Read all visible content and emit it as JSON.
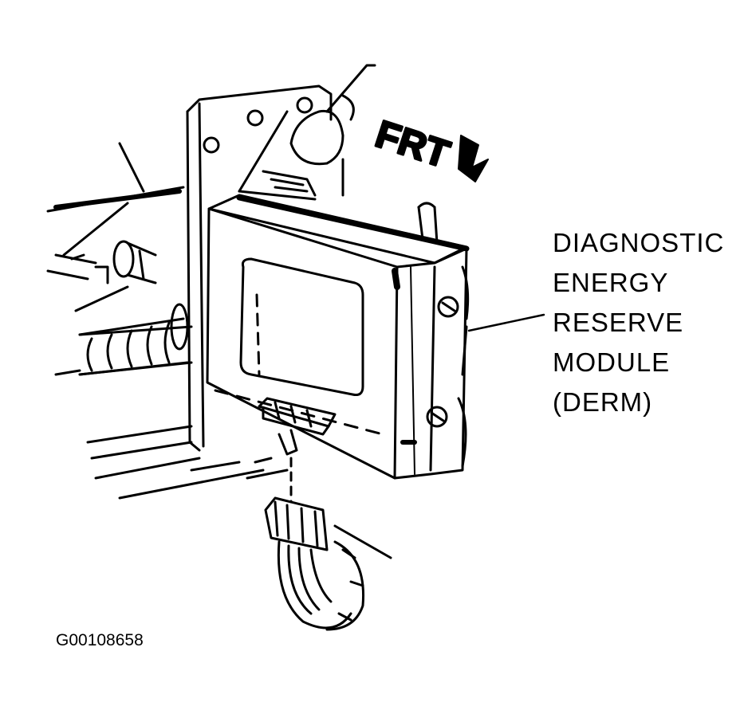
{
  "direction_label": "FRT",
  "callout": {
    "line1": "DIAGNOSTIC",
    "line2": "ENERGY",
    "line3": "RESERVE",
    "line4": "MODULE",
    "line5": "(DERM)"
  },
  "figure_id": "G00108658",
  "colors": {
    "ink": "#000000",
    "paper": "#ffffff"
  }
}
